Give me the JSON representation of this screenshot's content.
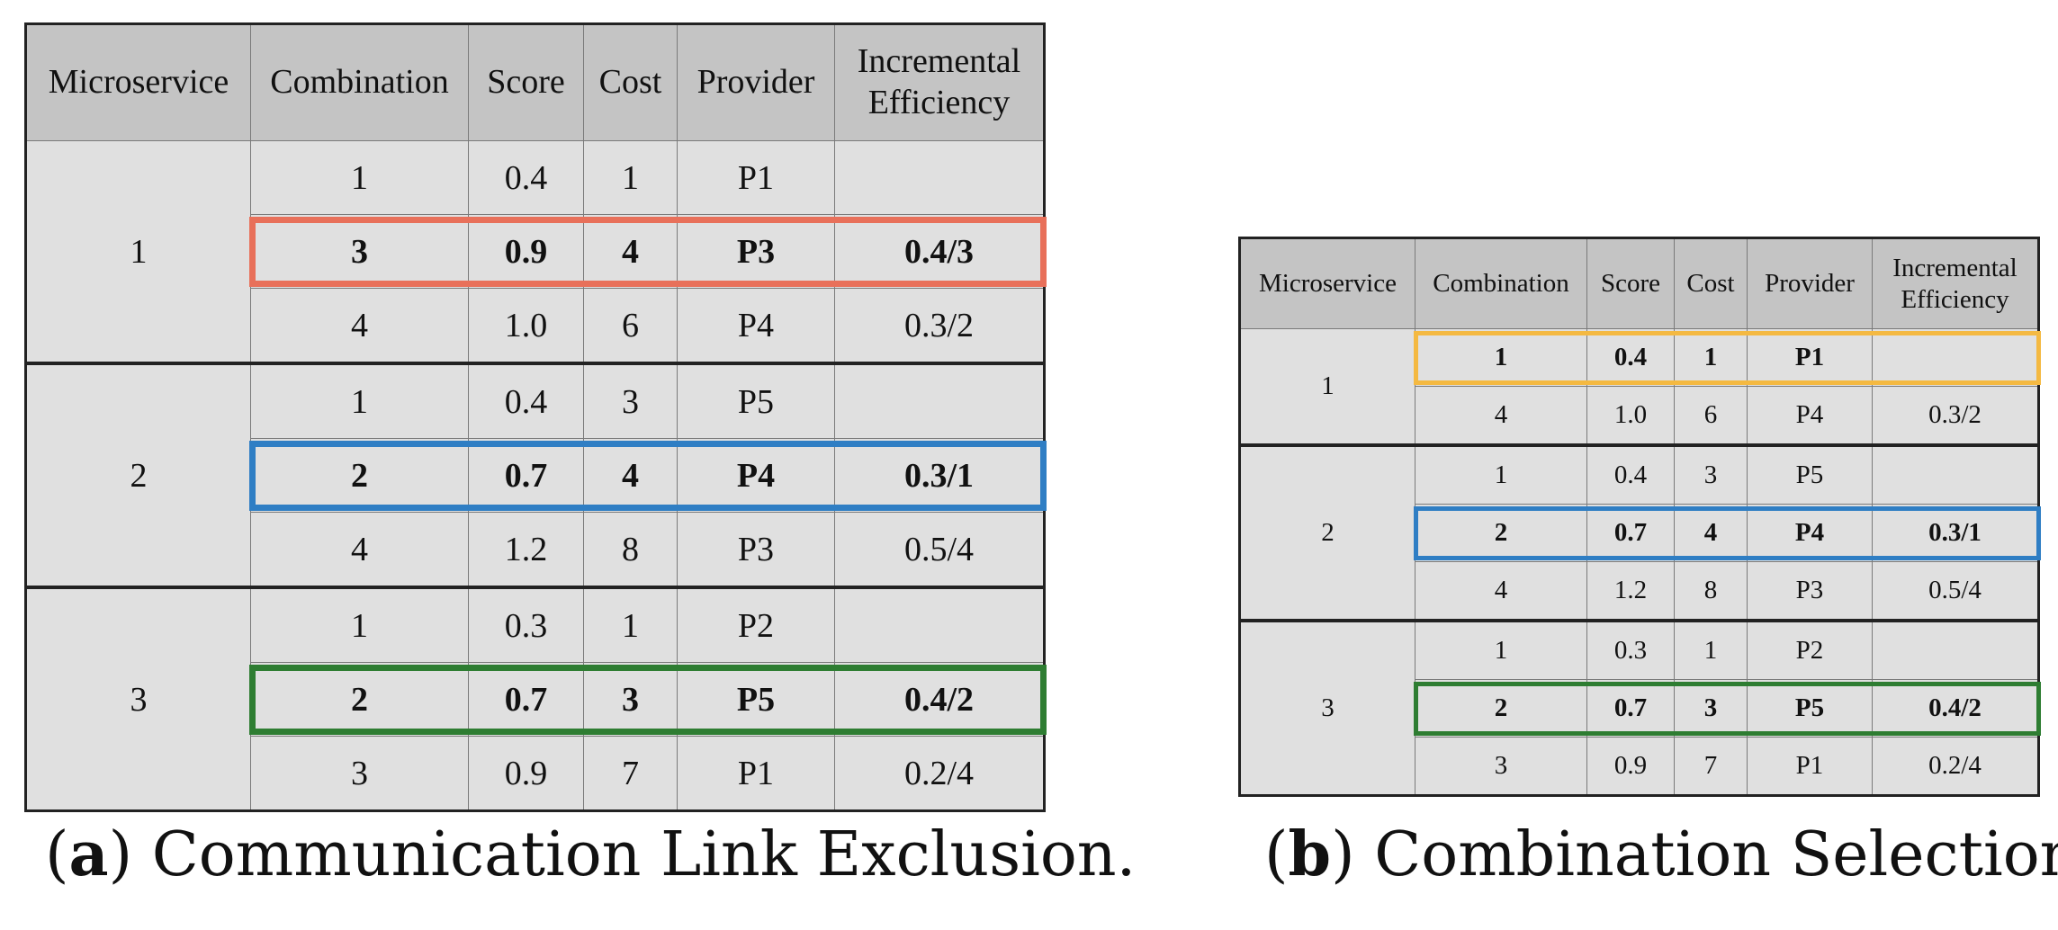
{
  "headers": [
    "Microservice",
    "Combination",
    "Score",
    "Cost",
    "Provider",
    "Incremental Efficiency"
  ],
  "colors": {
    "red": "#e8705a",
    "blue": "#2f7ec4",
    "green": "#2e7d32",
    "yellow": "#f4b942"
  },
  "panel_a": {
    "caption_label": "a",
    "caption_text": "Communication Link Exclusion.",
    "groups": [
      {
        "microservice": "1",
        "rows": [
          {
            "combination": "1",
            "score": "0.4",
            "cost": "1",
            "provider": "P1",
            "efficiency": ""
          },
          {
            "combination": "3",
            "score": "0.9",
            "cost": "4",
            "provider": "P3",
            "efficiency": "0.4/3",
            "selected": true,
            "highlight": "red"
          },
          {
            "combination": "4",
            "score": "1.0",
            "cost": "6",
            "provider": "P4",
            "efficiency": "0.3/2"
          }
        ]
      },
      {
        "microservice": "2",
        "rows": [
          {
            "combination": "1",
            "score": "0.4",
            "cost": "3",
            "provider": "P5",
            "efficiency": ""
          },
          {
            "combination": "2",
            "score": "0.7",
            "cost": "4",
            "provider": "P4",
            "efficiency": "0.3/1",
            "selected": true,
            "highlight": "blue"
          },
          {
            "combination": "4",
            "score": "1.2",
            "cost": "8",
            "provider": "P3",
            "efficiency": "0.5/4"
          }
        ]
      },
      {
        "microservice": "3",
        "rows": [
          {
            "combination": "1",
            "score": "0.3",
            "cost": "1",
            "provider": "P2",
            "efficiency": ""
          },
          {
            "combination": "2",
            "score": "0.7",
            "cost": "3",
            "provider": "P5",
            "efficiency": "0.4/2",
            "selected": true,
            "highlight": "green"
          },
          {
            "combination": "3",
            "score": "0.9",
            "cost": "7",
            "provider": "P1",
            "efficiency": "0.2/4"
          }
        ]
      }
    ]
  },
  "panel_b": {
    "caption_label": "b",
    "caption_text": "Combination Selection.",
    "groups": [
      {
        "microservice": "1",
        "rows": [
          {
            "combination": "1",
            "score": "0.4",
            "cost": "1",
            "provider": "P1",
            "efficiency": "",
            "selected": true,
            "highlight": "yellow"
          },
          {
            "combination": "4",
            "score": "1.0",
            "cost": "6",
            "provider": "P4",
            "efficiency": "0.3/2"
          }
        ]
      },
      {
        "microservice": "2",
        "rows": [
          {
            "combination": "1",
            "score": "0.4",
            "cost": "3",
            "provider": "P5",
            "efficiency": ""
          },
          {
            "combination": "2",
            "score": "0.7",
            "cost": "4",
            "provider": "P4",
            "efficiency": "0.3/1",
            "selected": true,
            "highlight": "blue"
          },
          {
            "combination": "4",
            "score": "1.2",
            "cost": "8",
            "provider": "P3",
            "efficiency": "0.5/4"
          }
        ]
      },
      {
        "microservice": "3",
        "rows": [
          {
            "combination": "1",
            "score": "0.3",
            "cost": "1",
            "provider": "P2",
            "efficiency": ""
          },
          {
            "combination": "2",
            "score": "0.7",
            "cost": "3",
            "provider": "P5",
            "efficiency": "0.4/2",
            "selected": true,
            "highlight": "green"
          },
          {
            "combination": "3",
            "score": "0.9",
            "cost": "7",
            "provider": "P1",
            "efficiency": "0.2/4"
          }
        ]
      }
    ]
  }
}
